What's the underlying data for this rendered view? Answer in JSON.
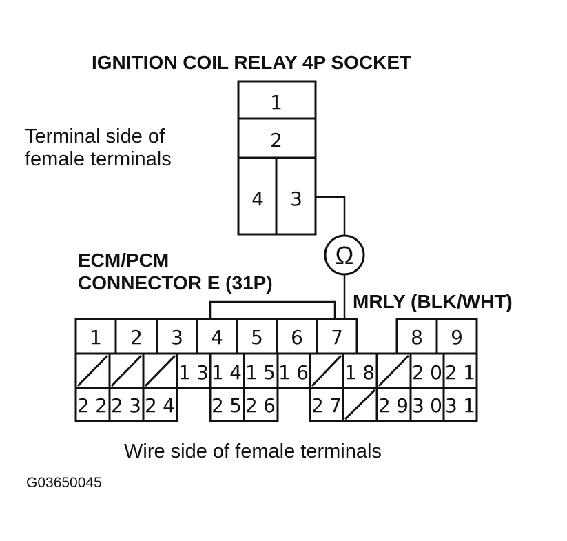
{
  "relay_title": "IGNITION COIL RELAY 4P SOCKET",
  "relay_note_line1": "Terminal side of",
  "relay_note_line2": "female terminals",
  "relay_pins": [
    "1",
    "2",
    "4",
    "3"
  ],
  "ohm_symbol": "Ω",
  "ecm_label_line1": "ECM/PCM",
  "ecm_label_line2": "CONNECTOR E (31P)",
  "mrly_label": "MRLY (BLK/WHT)",
  "ecm_pins": {
    "row1": [
      "1",
      "2",
      "3",
      "4",
      "5",
      "6",
      "7",
      "8",
      "9"
    ],
    "row2": [
      "13",
      "14",
      "15",
      "16",
      "18",
      "20",
      "21"
    ],
    "row3": [
      "22",
      "23",
      "24",
      "25",
      "26",
      "27",
      "29",
      "30",
      "31"
    ]
  },
  "wire_side_note": "Wire side of female terminals",
  "figure_id": "G03650045"
}
